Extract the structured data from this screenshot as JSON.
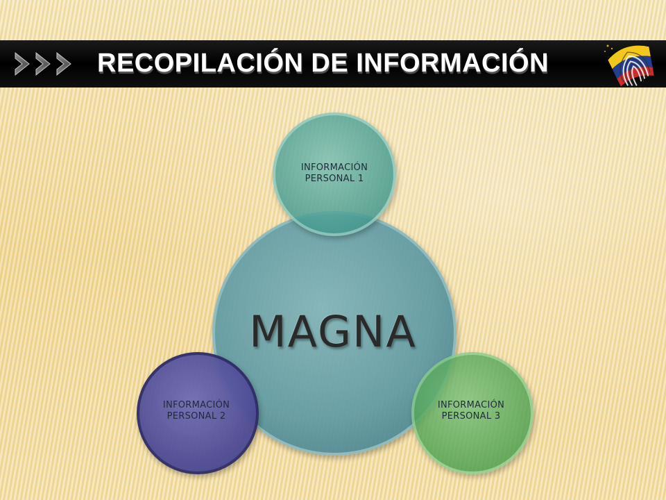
{
  "header": {
    "title": "RECOPILACIÓN DE INFORMACIÓN"
  },
  "diagram": {
    "center": {
      "label": "MAGNA",
      "color": "#5f9aa4"
    },
    "nodes": [
      {
        "line1": "INFORMACIÓN",
        "line2": "PERSONAL 1",
        "color": "#4fa39a"
      },
      {
        "line1": "INFORMACIÓN",
        "line2": "PERSONAL 2",
        "color": "#5a57a1"
      },
      {
        "line1": "INFORMACIÓN",
        "line2": "PERSONAL 3",
        "color": "#5aa55f"
      }
    ]
  },
  "colors": {
    "background": "#f3dc9e",
    "title_bar": "#000000",
    "title_text": "#d0d0d0",
    "logo_yellow": "#f3c81a",
    "logo_blue": "#23408e",
    "logo_red": "#d02a2a"
  },
  "icons": [
    "triple-chevron-arrows-icon",
    "fingerprint-flag-logo-icon"
  ]
}
